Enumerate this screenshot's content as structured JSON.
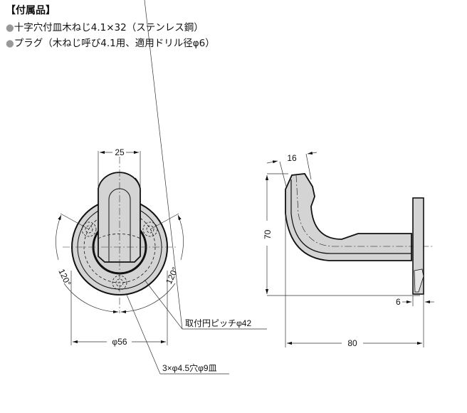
{
  "header": {
    "title": "【付属品】"
  },
  "items": [
    {
      "bullet": "●",
      "text": "十字穴付皿木ねじ4.1×32（ステンレス鋼）"
    },
    {
      "bullet": "●",
      "text": "プラグ（木ねじ呼び4.1用、適用ドリル径φ6）"
    }
  ],
  "front_view": {
    "width_dim": "25",
    "angle_left": "120°",
    "angle_right": "120°",
    "diameter_dim": "φ56",
    "pitch_note": "取付円ピッチφ42",
    "hole_note": "3×φ4.5穴φ9皿"
  },
  "side_view": {
    "thickness_dim": "16",
    "height_dim": "70",
    "plate_dim": "6",
    "depth_dim": "80"
  },
  "colors": {
    "fill": "#d4d4d4",
    "stroke": "#111111",
    "dim": "#333333"
  }
}
